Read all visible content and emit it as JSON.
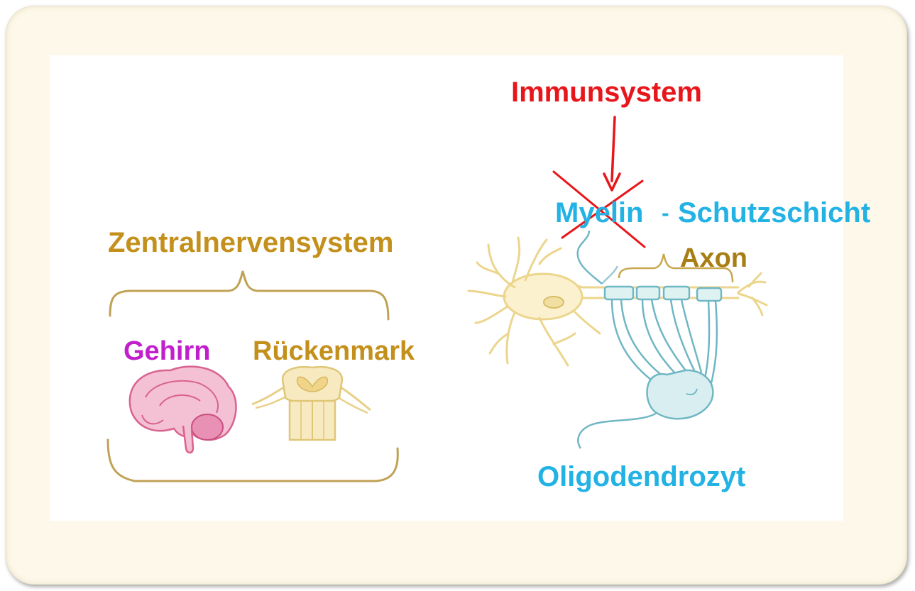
{
  "labels": {
    "immunsystem": "Immunsystem",
    "myelin": "Myelin",
    "dash": "-",
    "schutzschicht": "Schutzschicht",
    "axon": "Axon",
    "zentralnervensystem": "Zentralnervensystem",
    "gehirn": "Gehirn",
    "rueckenmark": "Rückenmark",
    "oligodendrozyt": "Oligodendrozyt"
  },
  "colors": {
    "immunsystem": "#e8161b",
    "myelin": "#22b2e4",
    "axon": "#a87e14",
    "zns": "#c4901c",
    "gehirn": "#c21fcc",
    "rueckenmark": "#c4901c",
    "oligodendrozyt": "#22b2e4",
    "cross": "#e8161b",
    "neuron": "#ecd58c",
    "glia": "#6fb7c4",
    "brain": "#e58aae",
    "brace": "#c0a256"
  }
}
